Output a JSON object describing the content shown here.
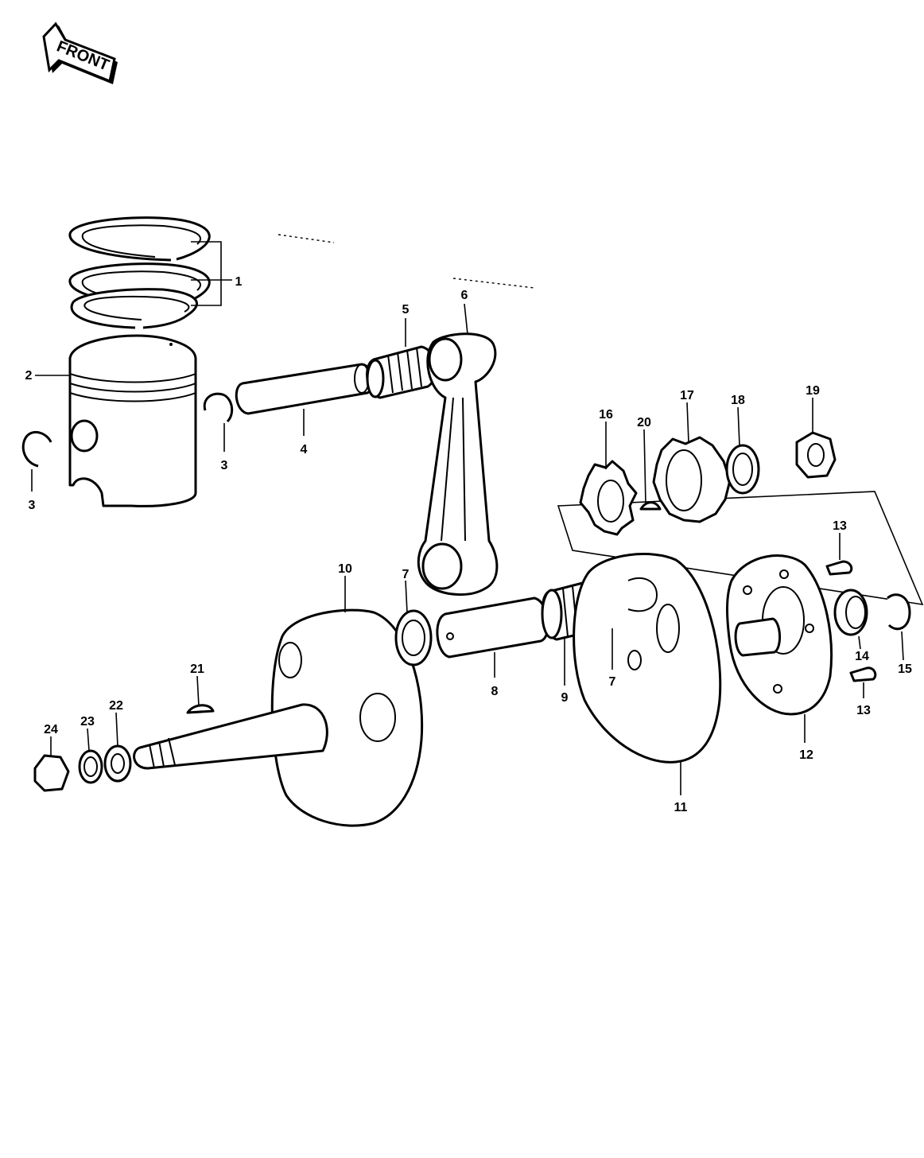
{
  "diagram": {
    "front_arrow_label": "FRONT",
    "callouts": [
      {
        "id": "callout-1",
        "text": "1"
      },
      {
        "id": "callout-2",
        "text": "2"
      },
      {
        "id": "callout-3a",
        "text": "3"
      },
      {
        "id": "callout-3b",
        "text": "3"
      },
      {
        "id": "callout-4",
        "text": "4"
      },
      {
        "id": "callout-5",
        "text": "5"
      },
      {
        "id": "callout-6",
        "text": "6"
      },
      {
        "id": "callout-7a",
        "text": "7"
      },
      {
        "id": "callout-7b",
        "text": "7"
      },
      {
        "id": "callout-8",
        "text": "8"
      },
      {
        "id": "callout-9",
        "text": "9"
      },
      {
        "id": "callout-10",
        "text": "10"
      },
      {
        "id": "callout-11",
        "text": "11"
      },
      {
        "id": "callout-12",
        "text": "12"
      },
      {
        "id": "callout-13a",
        "text": "13"
      },
      {
        "id": "callout-13b",
        "text": "13"
      },
      {
        "id": "callout-14",
        "text": "14"
      },
      {
        "id": "callout-15",
        "text": "15"
      },
      {
        "id": "callout-16",
        "text": "16"
      },
      {
        "id": "callout-17",
        "text": "17"
      },
      {
        "id": "callout-18",
        "text": "18"
      },
      {
        "id": "callout-19",
        "text": "19"
      },
      {
        "id": "callout-20",
        "text": "20"
      },
      {
        "id": "callout-21",
        "text": "21"
      },
      {
        "id": "callout-22",
        "text": "22"
      },
      {
        "id": "callout-23",
        "text": "23"
      },
      {
        "id": "callout-24",
        "text": "24"
      }
    ]
  }
}
